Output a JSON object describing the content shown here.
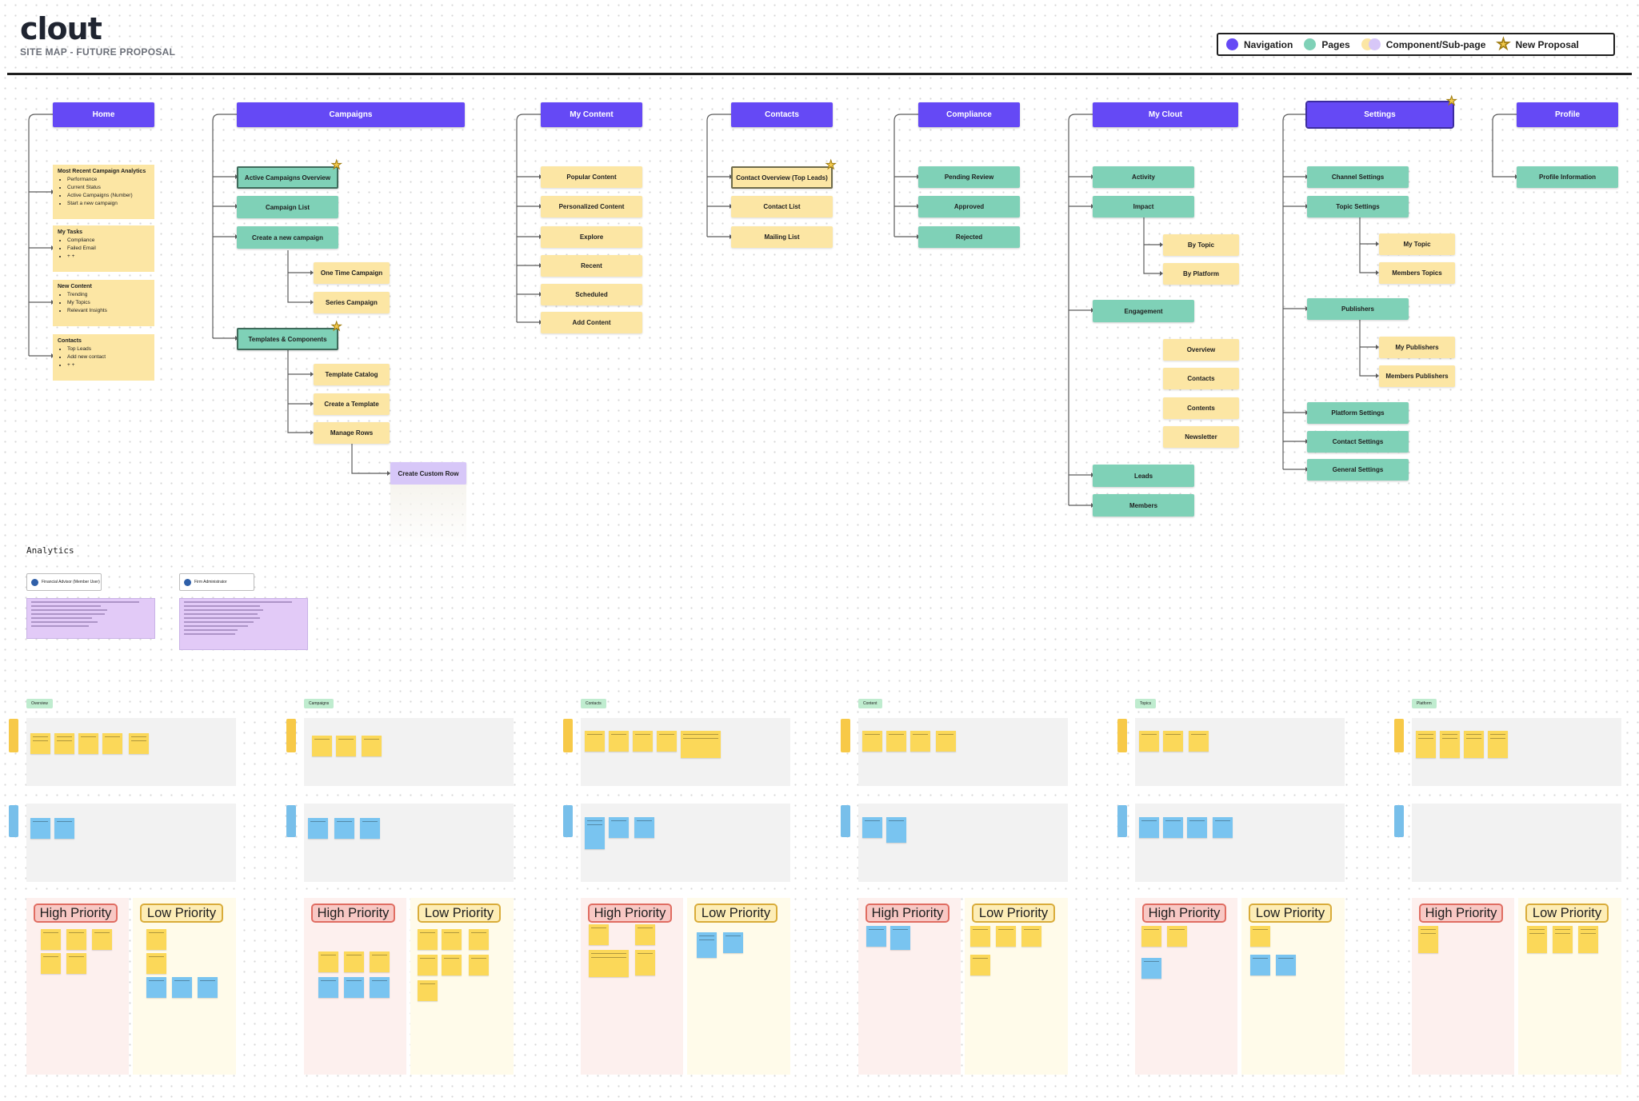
{
  "header": {
    "logo": "clout",
    "subtitle": "SITE MAP - FUTURE PROPOSAL"
  },
  "legend": {
    "items": [
      {
        "label": "Navigation",
        "icon": "navigation-dot",
        "color": "#6549f5"
      },
      {
        "label": "Pages",
        "icon": "pages-dot",
        "color": "#7fd1b7"
      },
      {
        "label": "Component/Sub-page",
        "icon": "component-dot",
        "color": "#fce6a4"
      },
      {
        "label": "New Proposal",
        "icon": "star-icon",
        "color": "#f2c94c"
      }
    ]
  },
  "sitemap": {
    "home": {
      "nav": "Home",
      "notes": [
        {
          "title": "Most Recent Campaign Analytics",
          "items": [
            "Performance",
            "Current Status",
            "Active Campaigns (Number)",
            "Start a new campaign"
          ]
        },
        {
          "title": "My Tasks",
          "items": [
            "Compliance",
            "Failed Email",
            "+ +"
          ]
        },
        {
          "title": "New Content",
          "items": [
            "Trending",
            "My Topics",
            "Relevant Insights"
          ]
        },
        {
          "title": "Contacts",
          "items": [
            "Top Leads",
            "Add new contact",
            "+ +"
          ]
        }
      ]
    },
    "campaigns": {
      "nav": "Campaigns",
      "active": "Active Campaigns Overview",
      "list": "Campaign List",
      "create": "Create a new campaign",
      "one_time": "One Time Campaign",
      "series": "Series Campaign",
      "templates": "Templates & Components",
      "template_catalog": "Template Catalog",
      "create_template": "Create a Template",
      "manage_rows": "Manage Rows",
      "custom_row": "Create Custom Row"
    },
    "my_content": {
      "nav": "My Content",
      "items": [
        "Popular Content",
        "Personalized Content",
        "Explore",
        "Recent",
        "Scheduled",
        "Add Content"
      ]
    },
    "contacts": {
      "nav": "Contacts",
      "items": [
        "Contact Overview (Top Leads)",
        "Contact List",
        "Mailing List"
      ]
    },
    "compliance": {
      "nav": "Compliance",
      "items": [
        "Pending Review",
        "Approved",
        "Rejected"
      ]
    },
    "my_clout": {
      "nav": "My Clout",
      "activity": "Activity",
      "impact": "Impact",
      "by_topic": "By Topic",
      "by_platform": "By Platform",
      "engagement": "Engagement",
      "overview": "Overview",
      "contacts": "Contacts",
      "contents": "Contents",
      "newsletter": "Newsletter",
      "leads": "Leads",
      "members": "Members"
    },
    "settings": {
      "nav": "Settings",
      "channel": "Channel Settings",
      "topic": "Topic Settings",
      "my_topic": "My Topic",
      "members_topics": "Members Topics",
      "publishers": "Publishers",
      "my_publishers": "My Publishers",
      "members_publishers": "Members Publishers",
      "platform": "Platform Settings",
      "contact": "Contact Settings",
      "general": "General Settings"
    },
    "profile": {
      "nav": "Profile",
      "info": "Profile Information"
    }
  },
  "analytics": {
    "title": "Analytics",
    "personas": [
      "Financial Advisor (Member User)",
      "Firm Administrator"
    ]
  },
  "boards": {
    "high_label": "High Priority",
    "low_label": "Low Priority",
    "sections": [
      "Overview",
      "Campaigns",
      "Contacts",
      "Content",
      "Topics",
      "Platform"
    ]
  }
}
